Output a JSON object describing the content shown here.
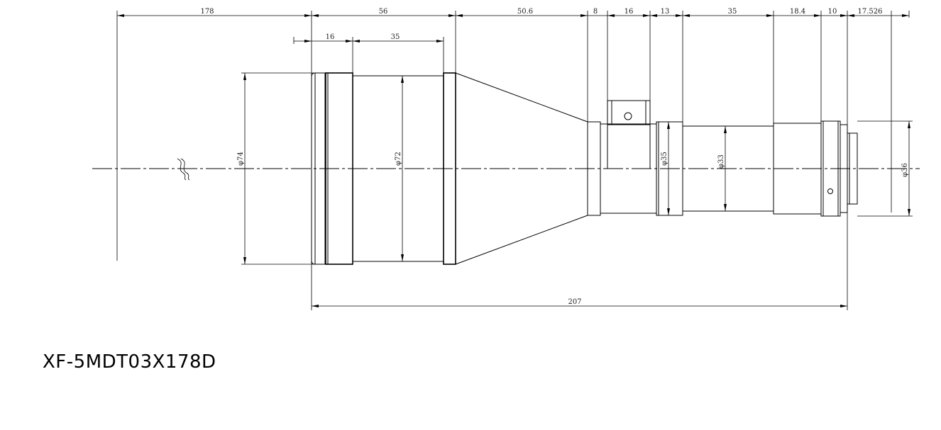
{
  "model": "XF-5MDT03X178D",
  "dimensions": {
    "top": [
      "178",
      "56",
      "50.6",
      "8",
      "16",
      "13",
      "35",
      "18.4",
      "10",
      "17.526"
    ],
    "second_row": [
      "16",
      "35"
    ],
    "overall_length": "207",
    "diameters": [
      "φ74",
      "φ72",
      "φ35",
      "φ33",
      "φ36"
    ]
  }
}
